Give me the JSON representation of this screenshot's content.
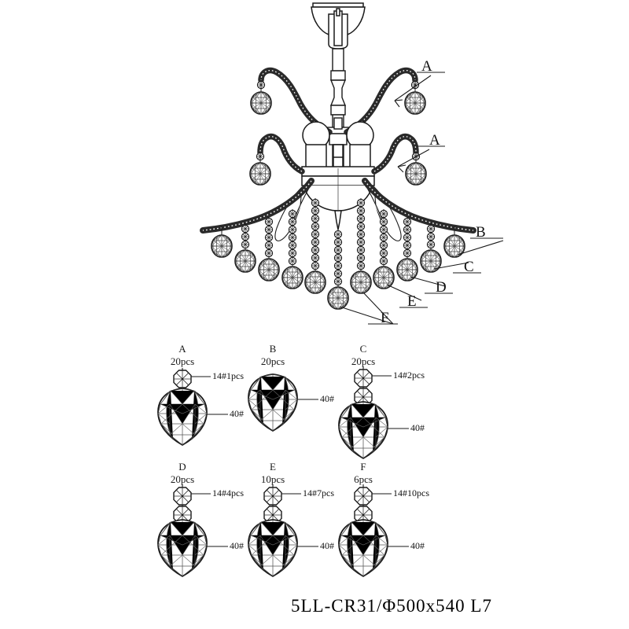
{
  "drawing": {
    "title": "5LL-CR31/Φ500x540  L7",
    "product_code": "5LL-CR31",
    "diameter_mm": 500,
    "height_mm": 540,
    "lamp_code": "L7",
    "background_color": "#ffffff",
    "line_color": "#1a1a1a"
  },
  "main_view": {
    "name": "chandelier-elevation",
    "bulb_count": 2,
    "upper_arm_count": 2,
    "mid_arm_count": 2,
    "callouts": [
      {
        "id": "A-upper",
        "label": "A"
      },
      {
        "id": "A-mid",
        "label": "A"
      },
      {
        "id": "B",
        "label": "B"
      },
      {
        "id": "C",
        "label": "C"
      },
      {
        "id": "D",
        "label": "D"
      },
      {
        "id": "E",
        "label": "E"
      },
      {
        "id": "F",
        "label": "F"
      }
    ]
  },
  "legend": {
    "items": [
      {
        "letter": "A",
        "qty": "20pcs",
        "octagon_count": 1,
        "bead_label": "14#1pcs",
        "ball_label": "40#",
        "ball_size": "large"
      },
      {
        "letter": "B",
        "qty": "20pcs",
        "octagon_count": 0,
        "bead_label": "",
        "ball_label": "40#",
        "ball_size": "large"
      },
      {
        "letter": "C",
        "qty": "20pcs",
        "octagon_count": 2,
        "bead_label": "14#2pcs",
        "ball_label": "40#",
        "ball_size": "large"
      },
      {
        "letter": "D",
        "qty": "20pcs",
        "octagon_count": 2,
        "bead_label": "14#4pcs",
        "ball_label": "40#",
        "ball_size": "large"
      },
      {
        "letter": "E",
        "qty": "10pcs",
        "octagon_count": 2,
        "bead_label": "14#7pcs",
        "ball_label": "40#",
        "ball_size": "large"
      },
      {
        "letter": "F",
        "qty": "6pcs",
        "octagon_count": 2,
        "bead_label": "14#10pcs",
        "ball_label": "40#",
        "ball_size": "large"
      }
    ]
  }
}
